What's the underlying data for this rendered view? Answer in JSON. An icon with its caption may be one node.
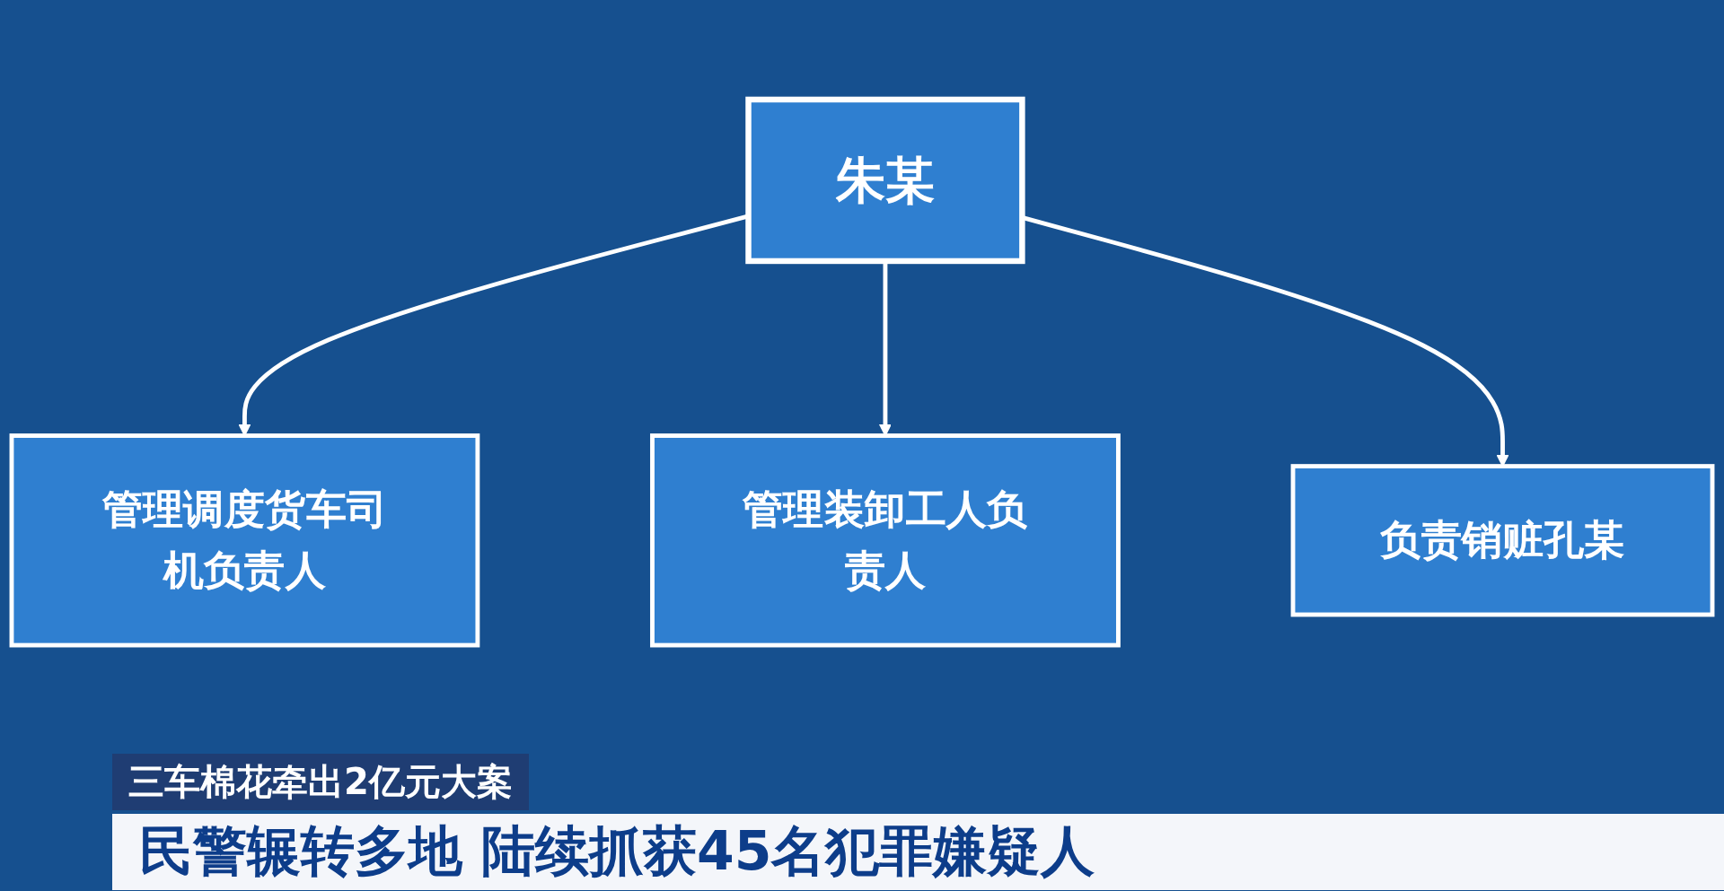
{
  "diagram": {
    "nodes": [
      {
        "text": [
          "朱某"
        ]
      },
      {
        "text": [
          "管理调度货车司机负责人"
        ]
      },
      {
        "text": [
          "管理装卸工人负责人"
        ]
      },
      {
        "text": [
          "负责销赃孔某"
        ]
      }
    ],
    "edges": [
      {
        "from": 0,
        "to": 1,
        "arrow": "to"
      },
      {
        "from": 0,
        "to": 2,
        "arrow": "to"
      },
      {
        "from": 0,
        "to": 3,
        "arrow": "to"
      }
    ],
    "labels": [
      "三车棉花牵出2亿元大案",
      "民警辗转多地 陆续抓获45名犯罪嫌疑人"
    ]
  }
}
